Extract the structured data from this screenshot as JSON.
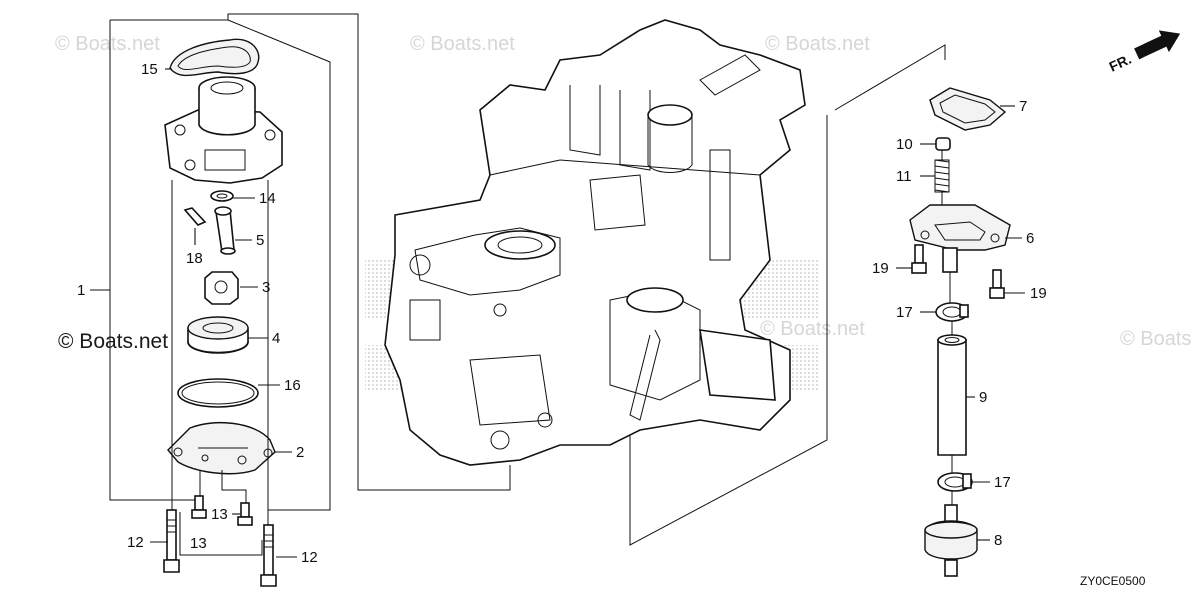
{
  "watermarks": {
    "top_left": "© Boats.net",
    "top_center": "© Boats.net",
    "top_right": "© Boats.net",
    "mid_center": "© Boats.net",
    "right_edge": "© Boats",
    "left_dark": "© Boats.net"
  },
  "direction_label": "FR.",
  "diagram_code": "ZY0CE0500",
  "callouts": {
    "c1": "1",
    "c2": "2",
    "c3": "3",
    "c4": "4",
    "c5": "5",
    "c6": "6",
    "c7": "7",
    "c8": "8",
    "c9": "9",
    "c10": "10",
    "c11": "11",
    "c12a": "12",
    "c12b": "12",
    "c13a": "13",
    "c13b": "13",
    "c14": "14",
    "c15": "15",
    "c16": "16",
    "c17a": "17",
    "c17b": "17",
    "c18": "18",
    "c19a": "19",
    "c19b": "19"
  }
}
